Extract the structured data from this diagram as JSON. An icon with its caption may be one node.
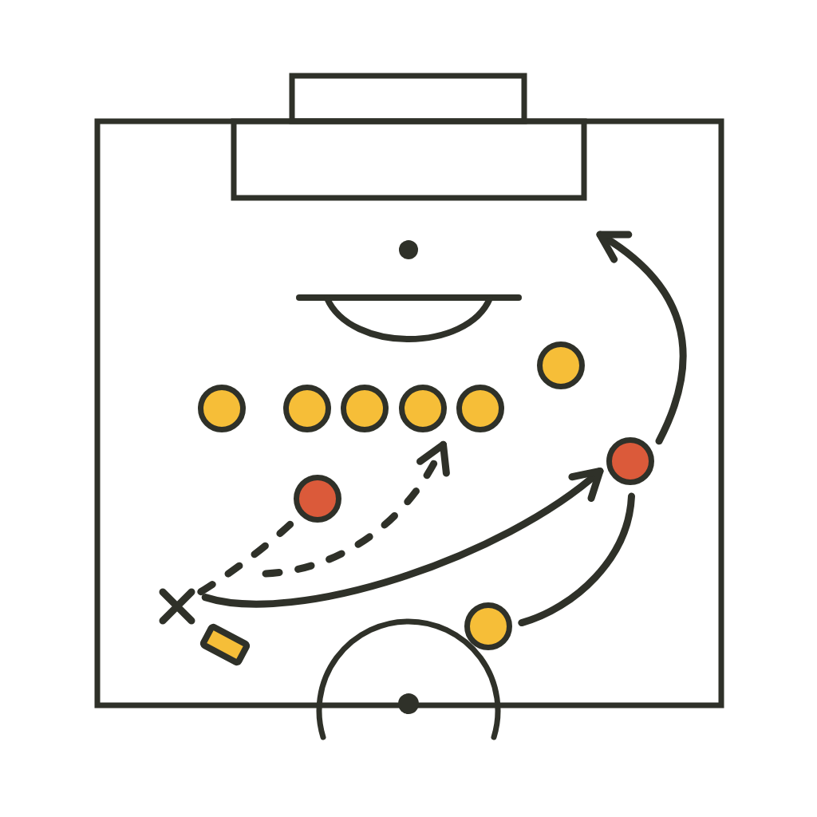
{
  "diagram": {
    "nodes": [
      {
        "text": [],
        "shape": "circle"
      },
      {
        "text": [],
        "shape": "circle"
      },
      {
        "text": [],
        "shape": "circle"
      },
      {
        "text": [],
        "shape": "circle"
      },
      {
        "text": [],
        "shape": "circle"
      },
      {
        "text": [],
        "shape": "circle"
      },
      {
        "text": [],
        "shape": "circle"
      },
      {
        "text": [],
        "shape": "circle"
      },
      {
        "text": [],
        "shape": "cross"
      },
      {
        "text": [],
        "shape": "circle"
      }
    ],
    "edges": [
      {
        "from": 8,
        "to": 7,
        "arrow": "none",
        "style": "dashed"
      },
      {
        "from": 8,
        "to": 4,
        "arrow": "to",
        "style": "dashed"
      },
      {
        "from": 8,
        "to": 6,
        "arrow": "to"
      },
      {
        "from": 9,
        "to": 6,
        "arrow": "none"
      },
      {
        "from": 6,
        "to": null,
        "arrow": "to"
      }
    ]
  }
}
